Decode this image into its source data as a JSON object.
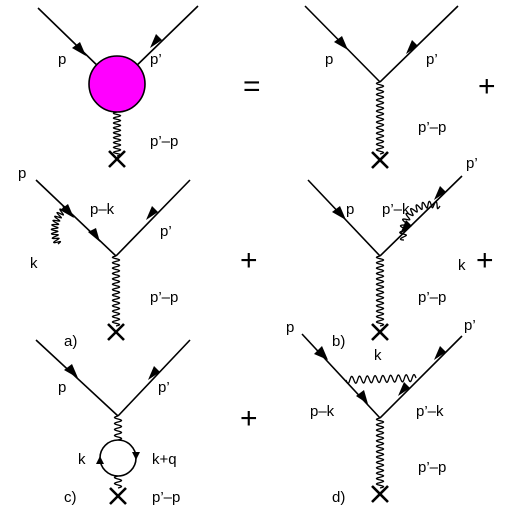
{
  "blob_color": "#ff00ff",
  "operators": {
    "equals": "=",
    "plus": "+"
  },
  "labels": {
    "p": "p",
    "p_prime": "p’",
    "p_prime_minus_p": "p’–p",
    "p_minus_k": "p–k",
    "p_prime_minus_k": "p’–k",
    "k": "k",
    "k_plus_q": "k+q"
  },
  "panels": {
    "a": "a)",
    "b": "b)",
    "c": "c)",
    "d": "d)"
  }
}
